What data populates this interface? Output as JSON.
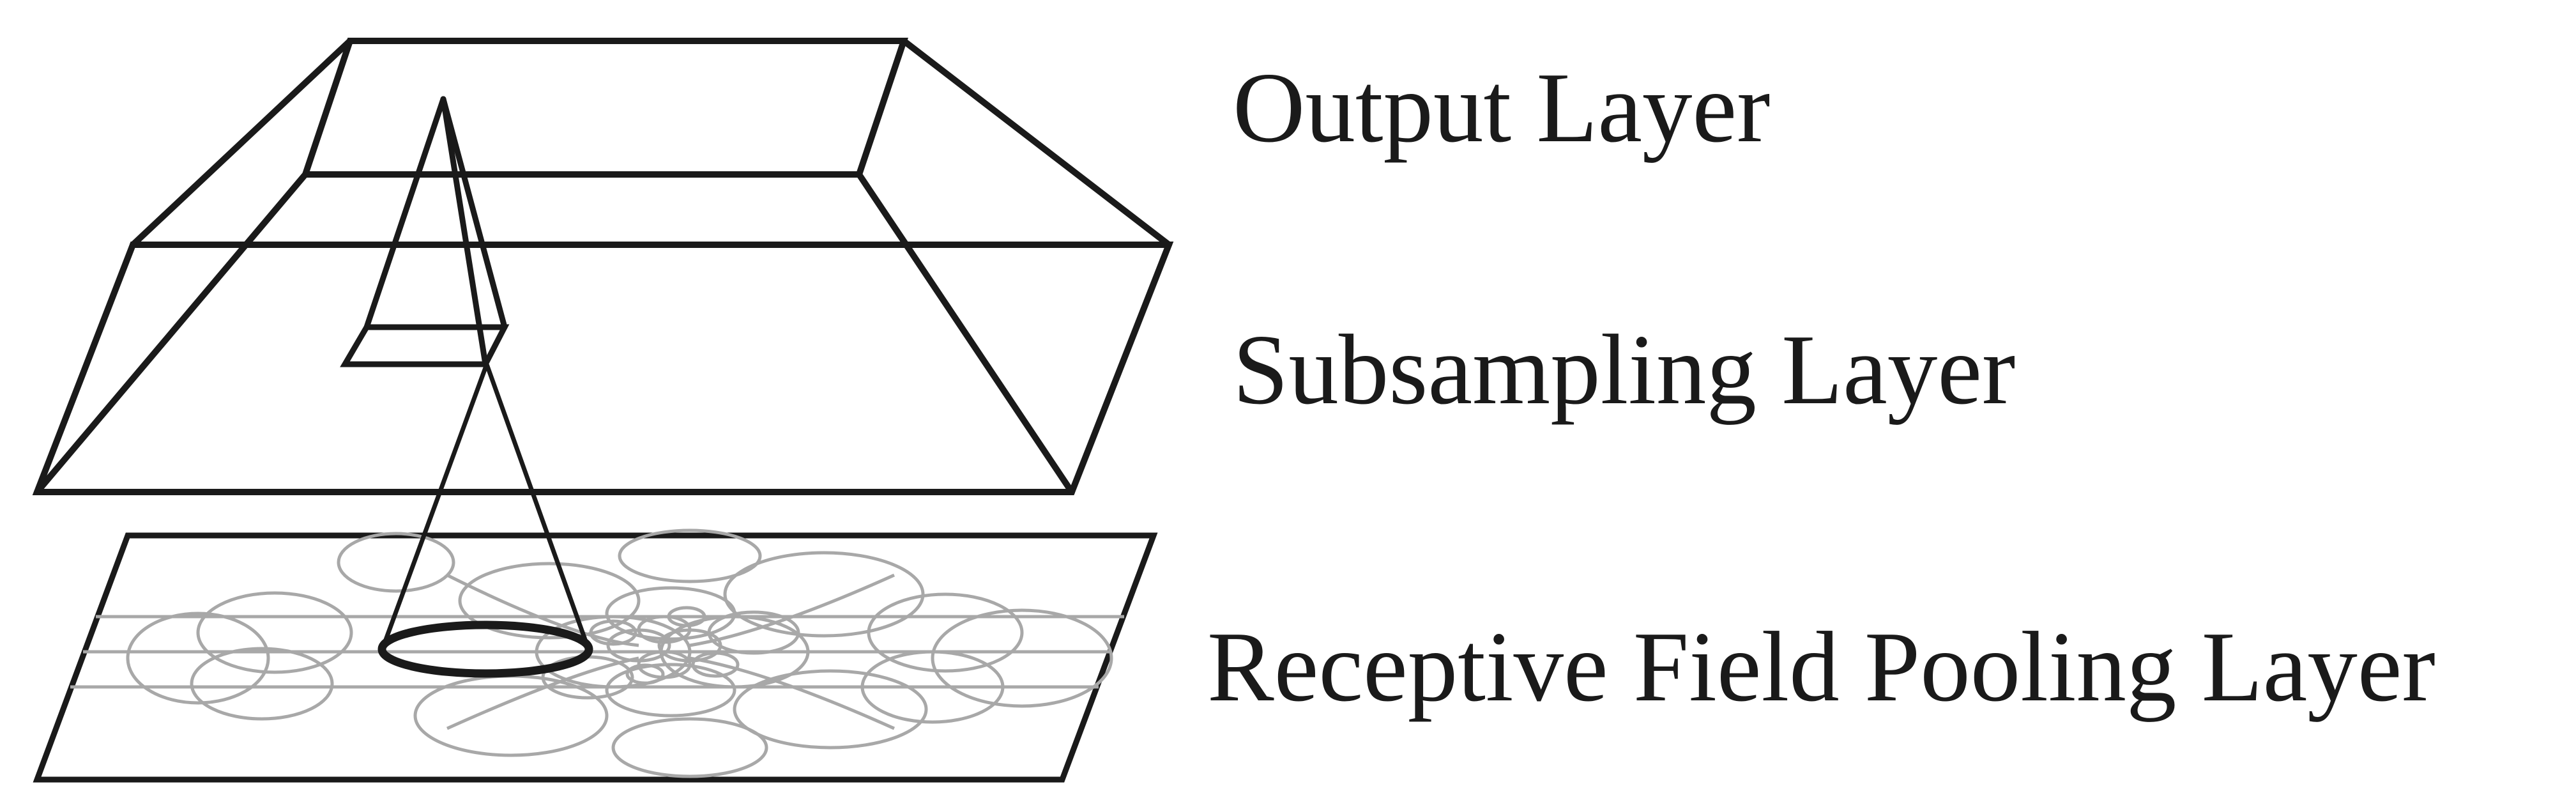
{
  "labels": {
    "output_layer": "Output Layer",
    "subsampling_layer": "Subsampling Layer",
    "pooling_layer": "Receptive Field Pooling Layer"
  },
  "colors": {
    "line": "#1a1a1a",
    "receptive_field_circles": "#a8a8a8",
    "background": "#ffffff"
  }
}
